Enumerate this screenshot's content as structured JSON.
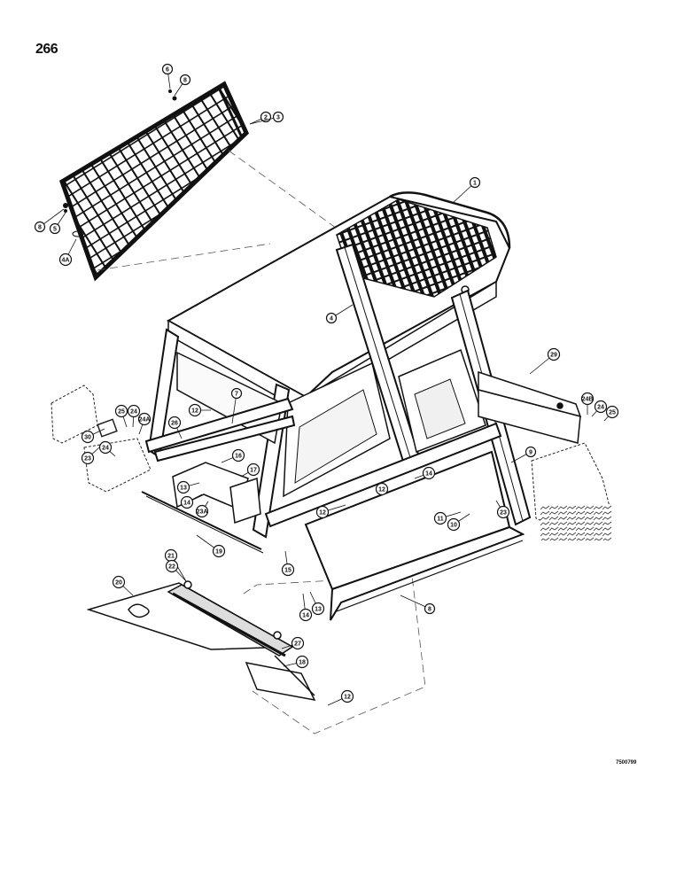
{
  "page": {
    "number": "266",
    "drawing_number": "7500799"
  },
  "callouts": [
    {
      "id": "c-6-top",
      "label": "6"
    },
    {
      "id": "c-8-top",
      "label": "8"
    },
    {
      "id": "c-2",
      "label": "2"
    },
    {
      "id": "c-3",
      "label": "3"
    },
    {
      "id": "c-8-left",
      "label": "8"
    },
    {
      "id": "c-5",
      "label": "5"
    },
    {
      "id": "c-4a",
      "label": "4A"
    },
    {
      "id": "c-1",
      "label": "1"
    },
    {
      "id": "c-4",
      "label": "4"
    },
    {
      "id": "c-29",
      "label": "29"
    },
    {
      "id": "c-24b",
      "label": "24B"
    },
    {
      "id": "c-24-right",
      "label": "24"
    },
    {
      "id": "c-25-right",
      "label": "25"
    },
    {
      "id": "c-7",
      "label": "7"
    },
    {
      "id": "c-12-upper",
      "label": "12"
    },
    {
      "id": "c-25-left",
      "label": "25"
    },
    {
      "id": "c-24-left",
      "label": "24"
    },
    {
      "id": "c-24a",
      "label": "24A"
    },
    {
      "id": "c-26",
      "label": "26"
    },
    {
      "id": "c-30",
      "label": "30"
    },
    {
      "id": "c-23-left",
      "label": "23"
    },
    {
      "id": "c-24-lower",
      "label": "24"
    },
    {
      "id": "c-16",
      "label": "16"
    },
    {
      "id": "c-17",
      "label": "17"
    },
    {
      "id": "c-13",
      "label": "13"
    },
    {
      "id": "c-14-left",
      "label": "14"
    },
    {
      "id": "c-23a",
      "label": "23A"
    },
    {
      "id": "c-12-mid",
      "label": "12"
    },
    {
      "id": "c-14-mid",
      "label": "14"
    },
    {
      "id": "c-12-center",
      "label": "12"
    },
    {
      "id": "c-11",
      "label": "11"
    },
    {
      "id": "c-10",
      "label": "10"
    },
    {
      "id": "c-23-right",
      "label": "23"
    },
    {
      "id": "c-9",
      "label": "9"
    },
    {
      "id": "c-19",
      "label": "19"
    },
    {
      "id": "c-15",
      "label": "15"
    },
    {
      "id": "c-14-low",
      "label": "14"
    },
    {
      "id": "c-13-low",
      "label": "13"
    },
    {
      "id": "c-8-bottom",
      "label": "8"
    },
    {
      "id": "c-21",
      "label": "21"
    },
    {
      "id": "c-22",
      "label": "22"
    },
    {
      "id": "c-20",
      "label": "20"
    },
    {
      "id": "c-27",
      "label": "27"
    },
    {
      "id": "c-18",
      "label": "18"
    },
    {
      "id": "c-12-bottom",
      "label": "12"
    }
  ]
}
